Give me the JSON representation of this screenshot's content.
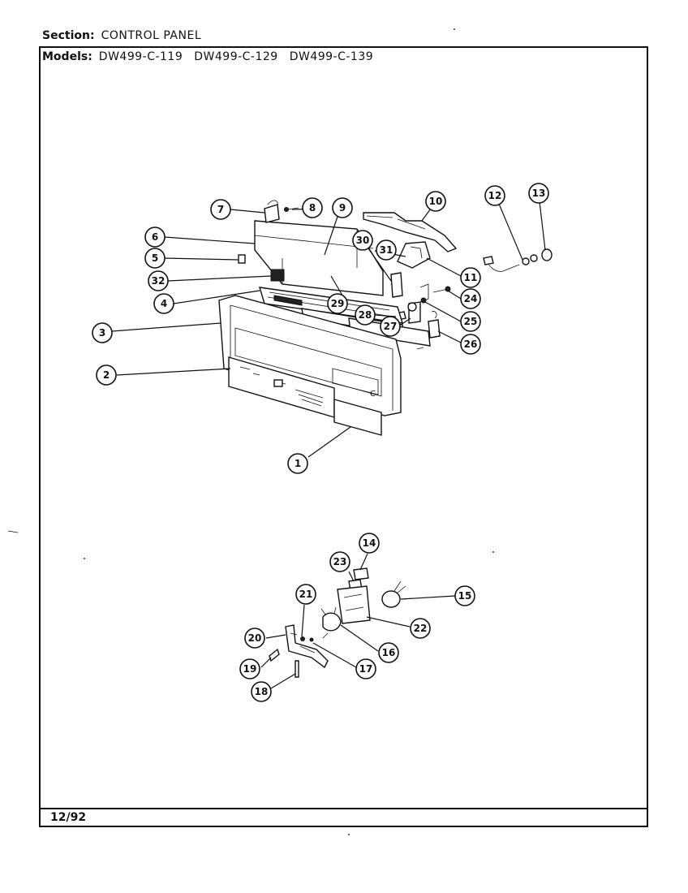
{
  "header": {
    "section_label": "Section:",
    "section_value": "CONTROL PANEL",
    "models_label": "Models:",
    "models": [
      "DW499-C-119",
      "DW499-C-129",
      "DW499-C-139"
    ]
  },
  "footer": {
    "date": "12/92"
  },
  "callouts": [
    "1",
    "2",
    "3",
    "4",
    "5",
    "6",
    "7",
    "8",
    "9",
    "10",
    "11",
    "12",
    "13",
    "14",
    "15",
    "16",
    "17",
    "18",
    "19",
    "20",
    "21",
    "22",
    "23",
    "24",
    "25",
    "26",
    "27",
    "28",
    "29",
    "30",
    "31",
    "32"
  ]
}
